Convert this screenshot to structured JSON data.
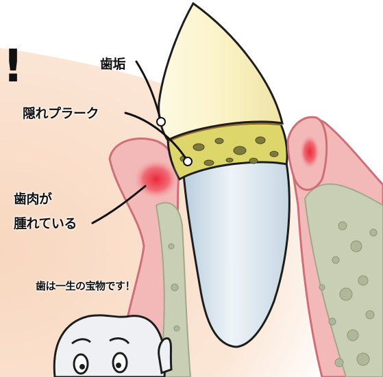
{
  "labels": {
    "calculus": "歯垢",
    "hidden_plaque": "隠れプラーク",
    "gum_line1": "歯肉が",
    "gum_line2": "腫れている",
    "message": "歯は一生の宝物です！",
    "exclamation": "!"
  },
  "colors": {
    "background_peach": "#f8dcc6",
    "gum_pink": "#f2b9b8",
    "gum_outline": "#cf6e77",
    "inflammation_red": "#ea2a3a",
    "bone_green": "#c9cfb4",
    "enamel_cream": "#fbf6d2",
    "root_blue": "#dde8f1",
    "plaque_yellow": "#ddd66a",
    "calculus_brown": "#9a6e2e"
  }
}
